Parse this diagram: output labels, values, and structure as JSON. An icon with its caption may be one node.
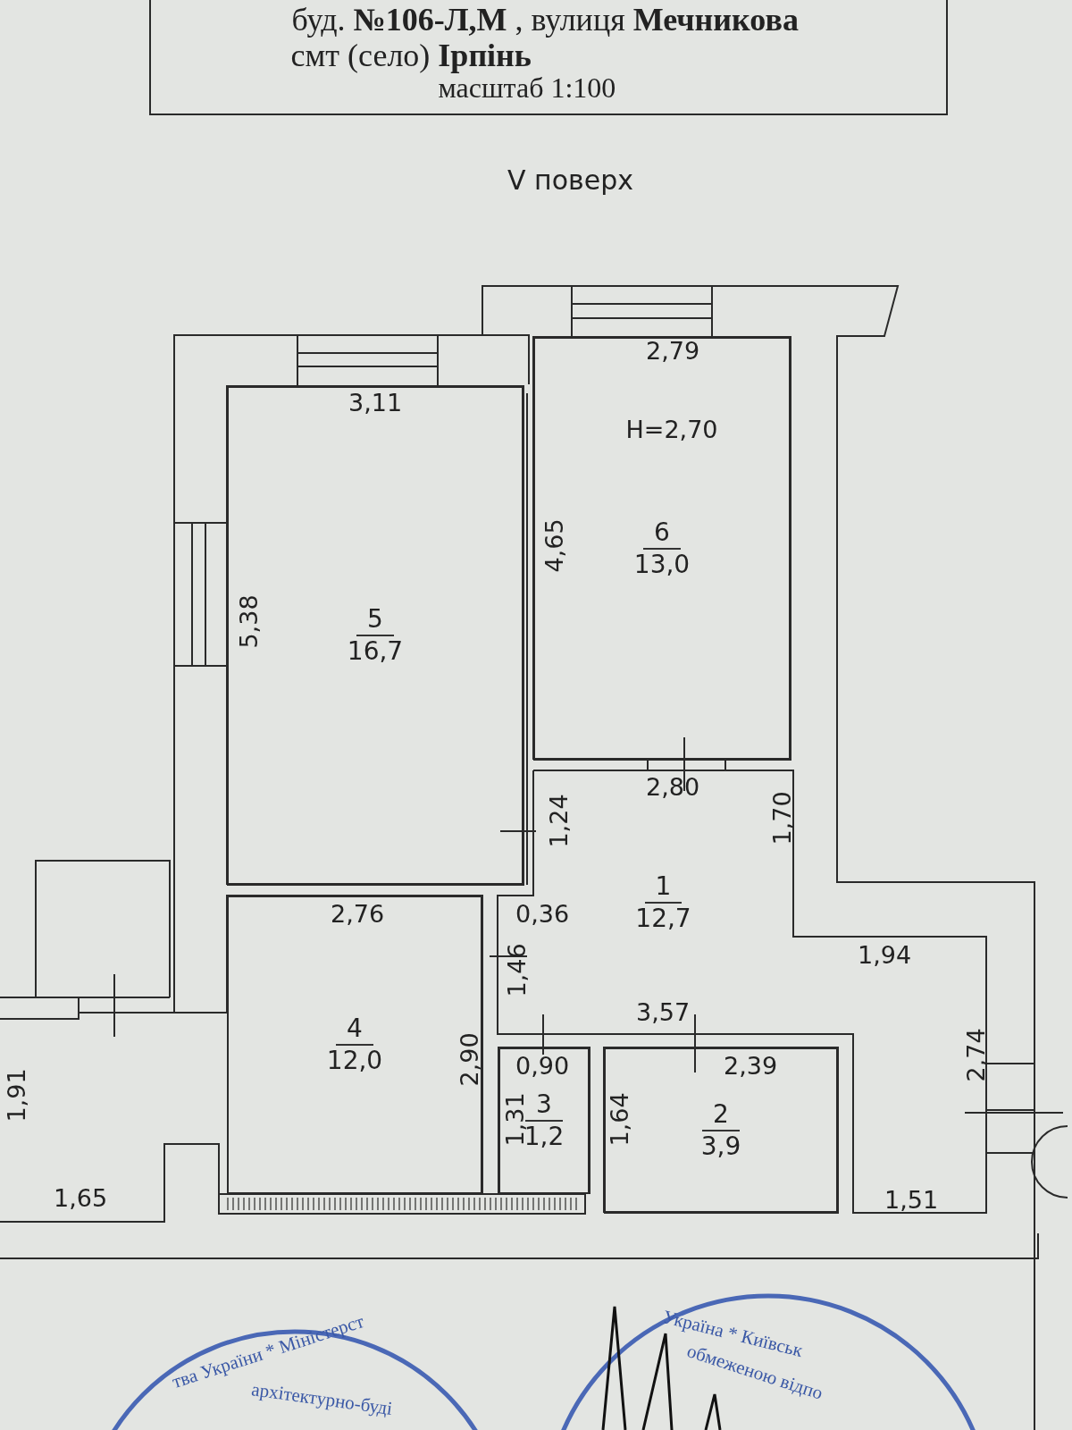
{
  "diagram": {
    "title": "V поверх",
    "nodes": [
      {
        "text": [
          "5",
          "16,7"
        ]
      },
      {
        "text": [
          "6",
          "13,0"
        ]
      },
      {
        "text": [
          "1",
          "12,7"
        ]
      },
      {
        "text": [
          "4",
          "12,0"
        ]
      },
      {
        "text": [
          "3",
          "1,2"
        ]
      },
      {
        "text": [
          "2",
          "3,9"
        ]
      }
    ],
    "labels": [
      "буд. **№106-Л,М** , вулиця **Мечникова**",
      "смт (село) **Ірпінь**",
      "масштаб  1:100",
      "2,79",
      "3,11",
      "H=2,70",
      "4,65",
      "5,38",
      "2,80",
      "1,24",
      "1,70",
      "2,76",
      "0,36",
      "1,94",
      "1,46",
      "3,57",
      "2,90",
      "0,90",
      "2,39",
      "1,91",
      "1,31",
      "1,64",
      "2,74",
      "1,65",
      "1,51",
      "тва України * Міністерст",
      "архітектурно-буді",
      "Україна * Київськ",
      "обмеженою відпо"
    ]
  }
}
